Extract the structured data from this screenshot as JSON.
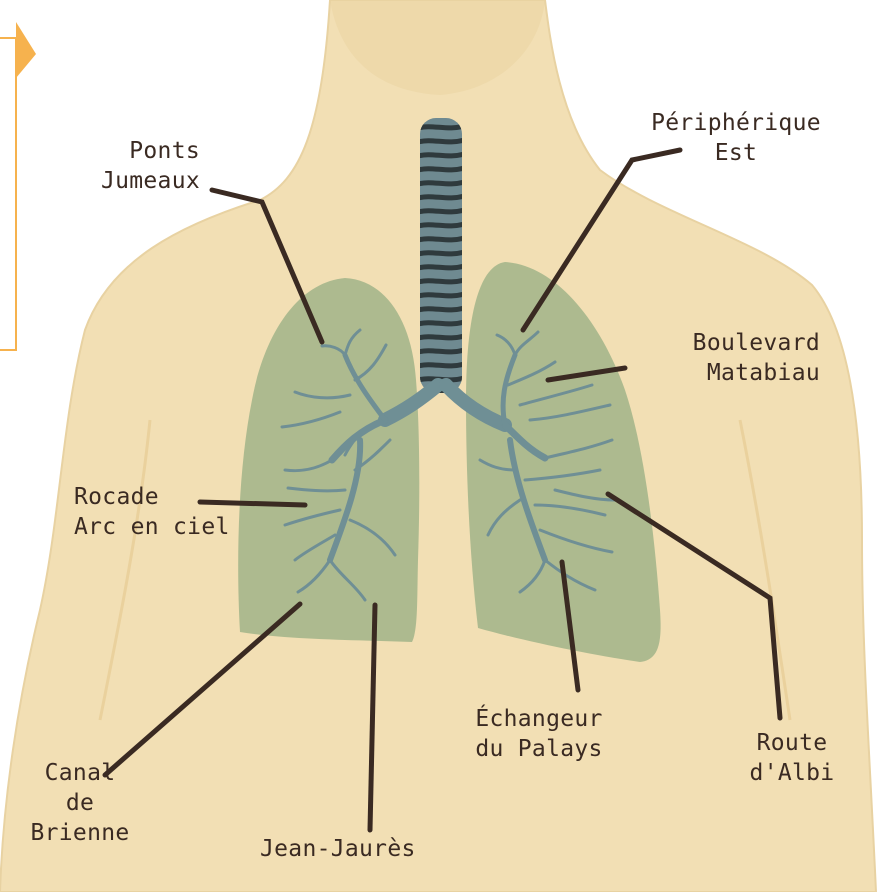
{
  "diagram": {
    "labels": {
      "ponts_jumeaux": "Ponts\nJumeaux",
      "peripherique_est": "Périphérique\nEst",
      "boulevard_matabiau": "Boulevard\nMatabiau",
      "rocade_arc_en_ciel": "Rocade\nArc en ciel",
      "echangeur_du_palays": "Échangeur\ndu Palays",
      "route_dalbi": "Route\nd'Albi",
      "canal_de_brienne": "Canal\nde\nBrienne",
      "jean_jaures": "Jean-Jaurès"
    },
    "colors": {
      "skin": "#f2dfb4",
      "skin_shadow": "#e6cc96",
      "lung": "#a3b58a",
      "bronchi": "#6f8f95",
      "trachea": "#5f7a82",
      "trachea_stripe": "#2f3a3d",
      "leader_line": "#3a2a22",
      "accent": "#f6b24e"
    }
  }
}
